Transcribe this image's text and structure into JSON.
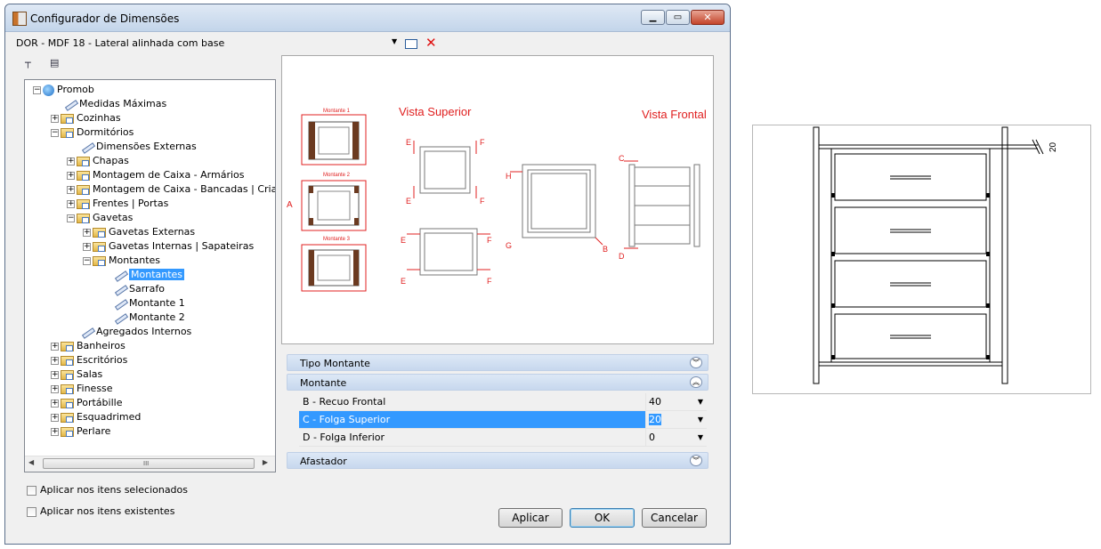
{
  "window": {
    "title": "Configurador de Dimensões",
    "minimize_glyph": "▁",
    "maximize_glyph": "▭",
    "close_glyph": "✕"
  },
  "combo": {
    "value": "DOR - MDF 18 - Lateral alinhada com base",
    "arrow": "▼",
    "delete_glyph": "✕"
  },
  "tree": {
    "root": "Promob",
    "items": [
      "Medidas Máximas",
      "Cozinhas",
      "Dormitórios",
      "Dimensões Externas",
      "Chapas",
      "Montagem de Caixa - Armários",
      "Montagem de Caixa - Bancadas | Criados",
      "Frentes | Portas",
      "Gavetas",
      "Gavetas Externas",
      "Gavetas Internas | Sapateiras",
      "Montantes",
      "Montantes",
      "Sarrafo",
      "Montante 1",
      "Montante 2",
      "Agregados Internos",
      "Banheiros",
      "Escritórios",
      "Salas",
      "Finesse",
      "Portábille",
      "Esquadrimed",
      "Perlare"
    ],
    "scroll_grip": "III"
  },
  "checks": {
    "selected_items": "Aplicar nos itens selecionados",
    "existing_items": "Aplicar nos itens existentes"
  },
  "preview": {
    "vista_superior": "Vista Superior",
    "vista_frontal": "Vista Frontal",
    "montante1": "Montante 1",
    "montante2": "Montante 2",
    "montante3": "Montante 3",
    "label_a": "A",
    "label_b": "B",
    "label_c": "C",
    "label_d": "D",
    "label_e": "E",
    "label_f": "F",
    "label_g": "G",
    "label_h": "H"
  },
  "props": {
    "group1": "Tipo Montante",
    "group2": "Montante",
    "group3": "Afastador",
    "rows": [
      {
        "name": "B - Recuo Frontal",
        "value": "40"
      },
      {
        "name": "C - Folga Superior",
        "value": "20"
      },
      {
        "name": "D - Folga Inferior",
        "value": "0"
      }
    ]
  },
  "buttons": {
    "apply": "Aplicar",
    "ok": "OK",
    "cancel": "Cancelar"
  },
  "side_drawing": {
    "dimension": "20"
  },
  "colors": {
    "accent_red": "#e02020",
    "selection": "#3399ff"
  }
}
